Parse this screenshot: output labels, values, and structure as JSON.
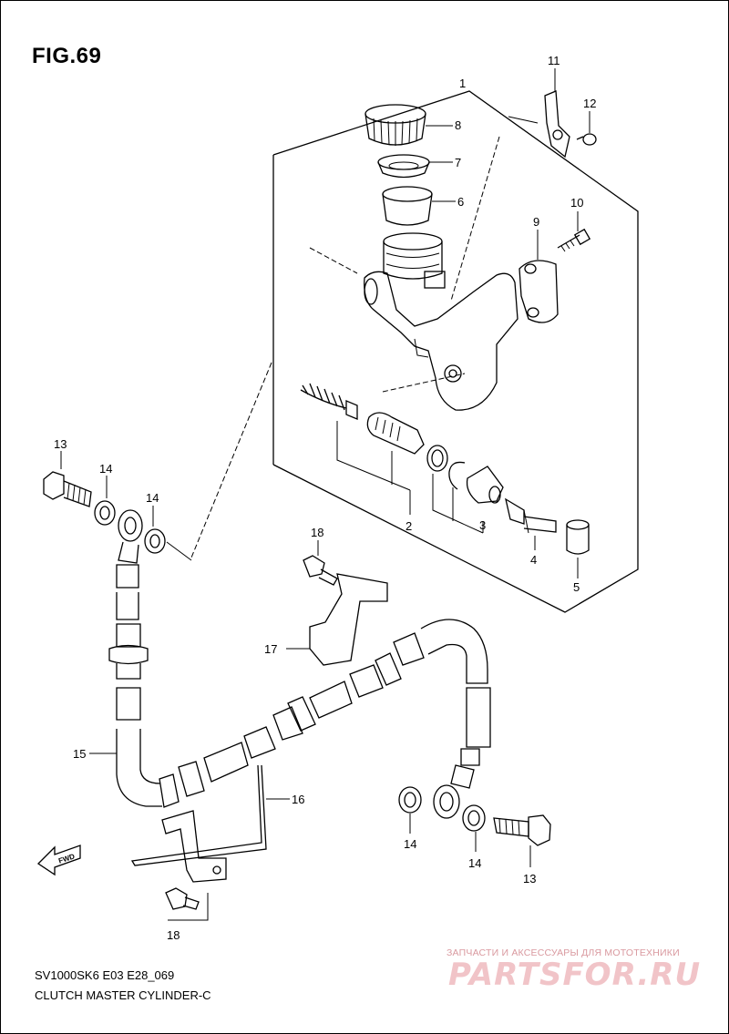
{
  "figure": {
    "title": "FIG.69"
  },
  "callouts": {
    "c1": "1",
    "c2": "2",
    "c3": "3",
    "c4": "4",
    "c5": "5",
    "c6": "6",
    "c7": "7",
    "c8": "8",
    "c9": "9",
    "c10": "10",
    "c11": "11",
    "c12": "12",
    "c13a": "13",
    "c13b": "13",
    "c14a": "14",
    "c14b": "14",
    "c14c": "14",
    "c14d": "14",
    "c15": "15",
    "c16": "16",
    "c17": "17",
    "c18a": "18",
    "c18b": "18"
  },
  "footer": {
    "model_code": "SV1000SK6 E03 E28_069",
    "section_name": "CLUTCH MASTER CYLINDER-C"
  },
  "watermark": {
    "tagline": "ЗАПЧАСТИ И АКСЕССУАРЫ ДЛЯ МОТОТЕХНИКИ",
    "logo": "PARTSFOR.RU",
    "color": "#e8a0a8"
  },
  "direction_marker": {
    "label": "FWD"
  }
}
